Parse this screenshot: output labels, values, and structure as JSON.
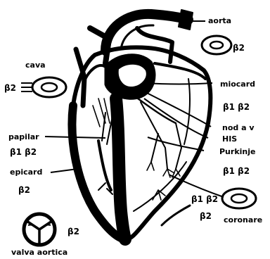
{
  "labels": {
    "aorta": "aorta",
    "cava": "cava",
    "cava_beta": "β2",
    "miocard": "miocard",
    "miocard_beta": "β1 β2",
    "nod_av": "nod a v",
    "his": "HIS",
    "purkinje": "Purkinje",
    "papilar": "papilar",
    "papilar_beta": "β1 β2",
    "epicard": "epicard",
    "epicard_beta": "β2",
    "right_beta_mid": "β1 β2",
    "coronare_beta_top": "β1 β2",
    "coronare_beta_bottom": "β2",
    "coronare": "coronare",
    "aorta_beta": "β2",
    "valve_beta": "β2",
    "valve_aortica": "valva aortica"
  },
  "colors": {
    "ink": "#000000",
    "paper": "#ffffff"
  }
}
